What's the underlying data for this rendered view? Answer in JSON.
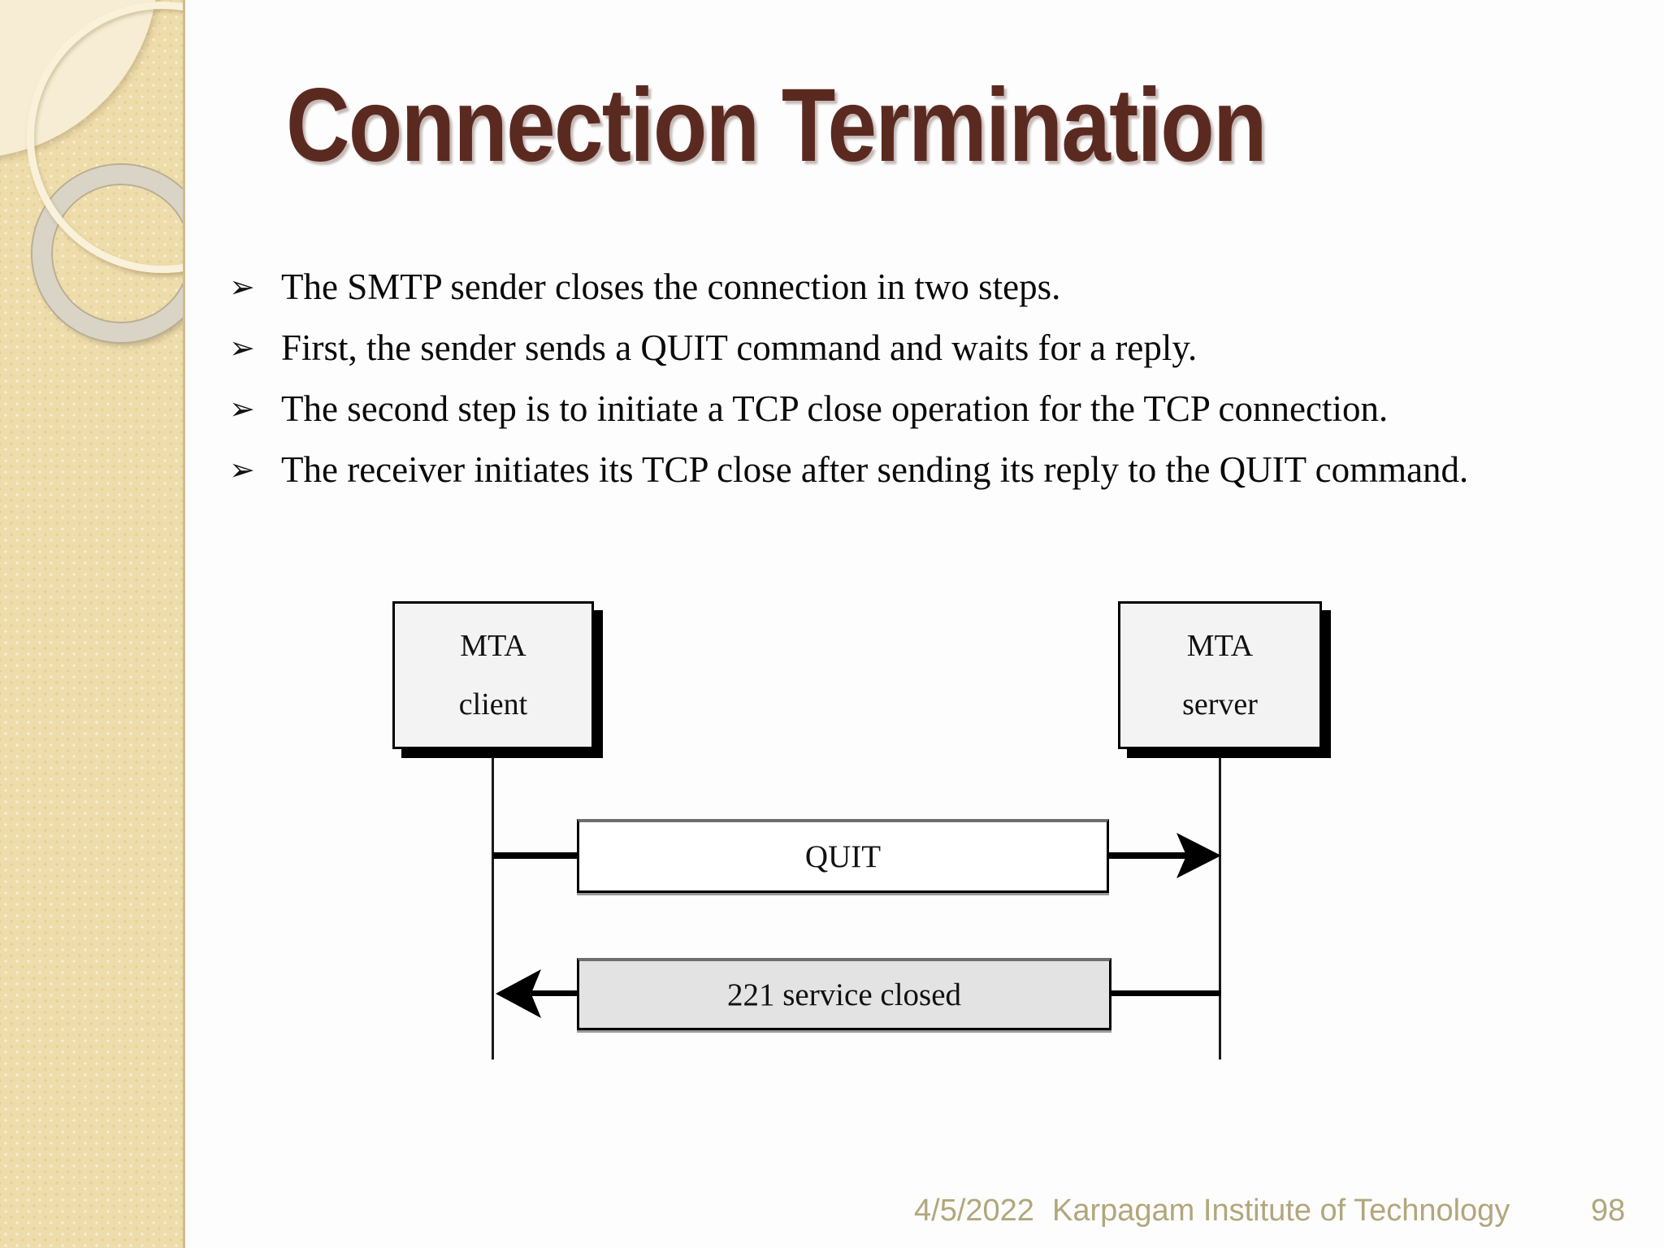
{
  "slide_title": "Connection Termination",
  "bullets": {
    "marker_icon": "➢",
    "items": [
      "The SMTP sender closes the connection in two steps.",
      "First, the sender sends a QUIT command and waits for a reply.",
      "The second step is to initiate a TCP close operation for the TCP connection.",
      "The receiver initiates its TCP close after sending its reply to the QUIT command."
    ]
  },
  "diagram": {
    "client": {
      "line1": "MTA",
      "line2": "client"
    },
    "server": {
      "line1": "MTA",
      "line2": "server"
    },
    "messages": [
      {
        "label": "QUIT",
        "direction": "right"
      },
      {
        "label": "221 service closed",
        "direction": "left"
      }
    ]
  },
  "footer": {
    "date": "4/5/2022",
    "institution": "Karpagam Institute of Technology",
    "page_number": "98"
  },
  "colors": {
    "title_text": "#5a2a21",
    "sidebar_background": "#eedcab",
    "sidebar_ring_gray": "#d9d4c6",
    "sidebar_ring_cream": "#f9f1d9",
    "footer_text": "#b2a67c",
    "node_fill": "#f3f3f3",
    "quit_box_fill": "#ffffff",
    "closed_box_fill": "#e3e3e3"
  }
}
